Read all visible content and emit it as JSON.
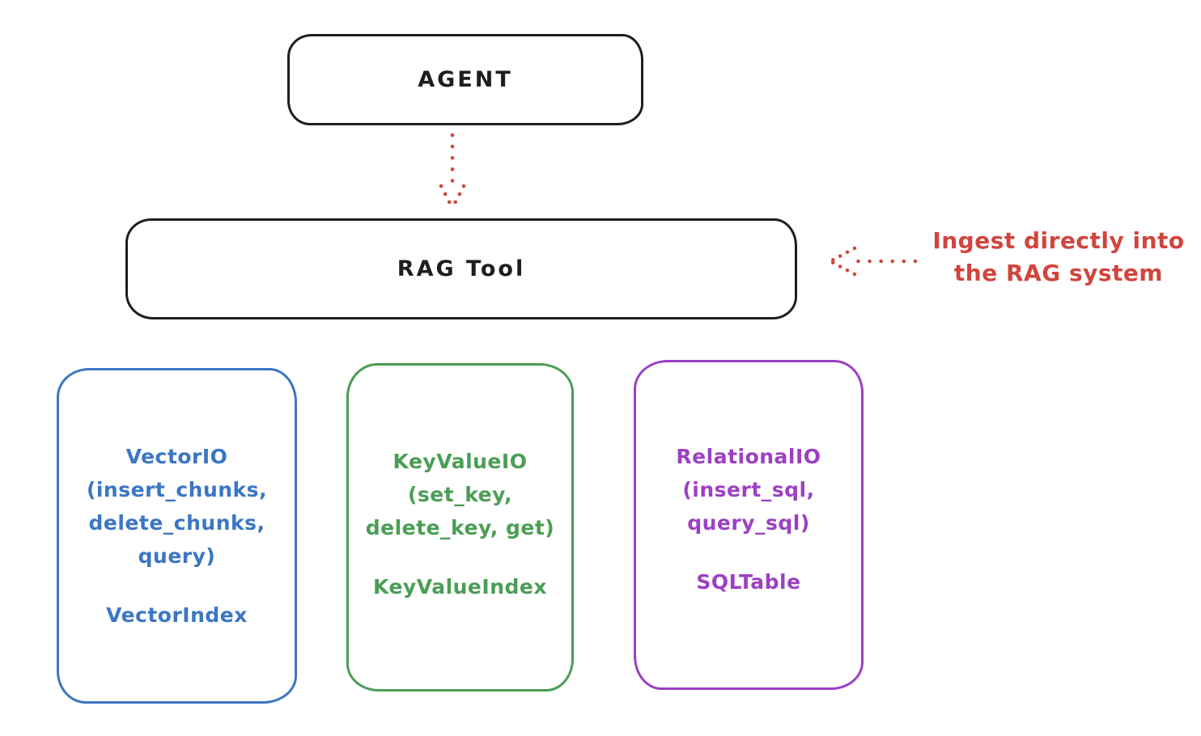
{
  "diagram": {
    "colors": {
      "ink": "#1e1e1e",
      "red": "#d1453d",
      "blue": "#3b76c4",
      "green": "#4a9e55",
      "purple": "#9c40c4"
    },
    "agent_box": {
      "label": "AGENT"
    },
    "rag_tool_box": {
      "label": "RAG Tool"
    },
    "annotation": {
      "line1": "Ingest directly into",
      "line2": "the RAG system"
    },
    "io_boxes": [
      {
        "name": "VectorIO",
        "color": "#3b76c4",
        "lines": [
          "VectorIO",
          "(insert_chunks,",
          "delete_chunks,",
          "query)"
        ],
        "index_label": "VectorIndex"
      },
      {
        "name": "KeyValueIO",
        "color": "#4a9e55",
        "lines": [
          "KeyValueIO",
          "(set_key,",
          "delete_key, get)"
        ],
        "index_label": "KeyValueIndex"
      },
      {
        "name": "RelationalIO",
        "color": "#9c40c4",
        "lines": [
          "RelationalIO",
          "(insert_sql,",
          "query_sql)"
        ],
        "index_label": "SQLTable"
      }
    ]
  }
}
